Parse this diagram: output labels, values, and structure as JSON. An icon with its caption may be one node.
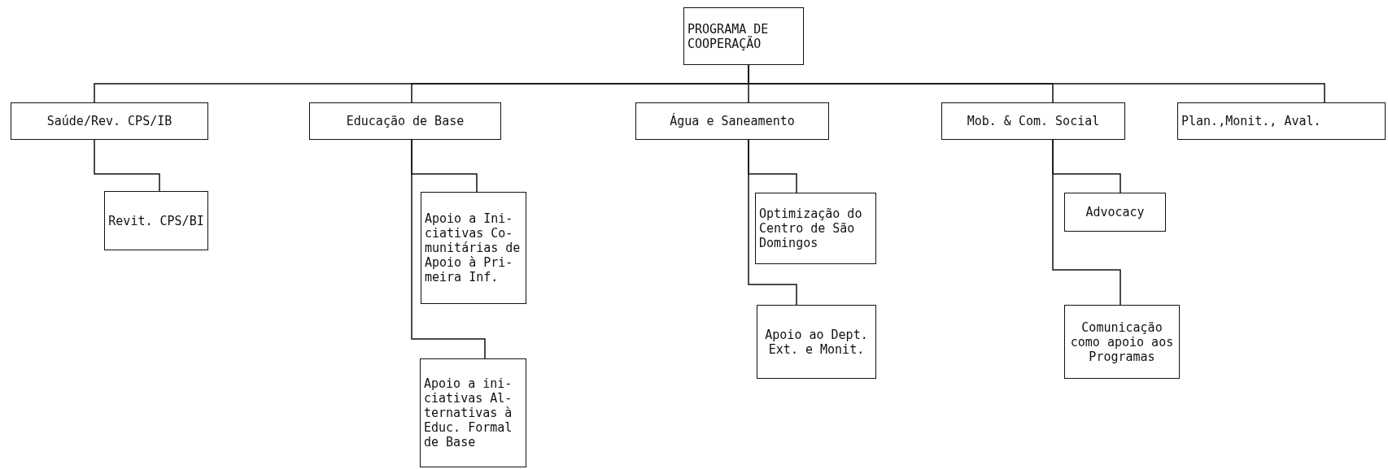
{
  "diagram": {
    "nodes": [
      {
        "text": [
          "PROGRAMA DE COOPERAÇÃO"
        ]
      },
      {
        "text": [
          "Saúde/Rev. CPS/IB"
        ]
      },
      {
        "text": [
          "Educação de Base"
        ]
      },
      {
        "text": [
          "Água e Saneamento"
        ]
      },
      {
        "text": [
          "Mob. & Com. Social"
        ]
      },
      {
        "text": [
          "Plan.,Monit., Aval."
        ]
      },
      {
        "text": [
          "Revit. CPS/BI"
        ]
      },
      {
        "text": [
          "Apoio a Ini- ciativas Co- munitárias de Apoio à Pri- meira Inf."
        ]
      },
      {
        "text": [
          "Apoio a ini- ciativas Al- ternativas à Educ. Formal de Base"
        ]
      },
      {
        "text": [
          "Optimização do Centro de São Domingos"
        ]
      },
      {
        "text": [
          "Apoio ao Dept. Ext. e Monit."
        ]
      },
      {
        "text": [
          "Advocacy"
        ]
      },
      {
        "text": [
          "Comunicação como apoio aos Programas"
        ]
      }
    ],
    "edges": [
      {
        "from": 0,
        "to": 1,
        "arrow": "none"
      },
      {
        "from": 0,
        "to": 2,
        "arrow": "none"
      },
      {
        "from": 0,
        "to": 3,
        "arrow": "none"
      },
      {
        "from": 0,
        "to": 4,
        "arrow": "none"
      },
      {
        "from": 0,
        "to": 5,
        "arrow": "none"
      },
      {
        "from": 1,
        "to": 6,
        "arrow": "none"
      },
      {
        "from": 2,
        "to": 7,
        "arrow": "none"
      },
      {
        "from": 2,
        "to": 8,
        "arrow": "none"
      },
      {
        "from": 3,
        "to": 9,
        "arrow": "none"
      },
      {
        "from": 3,
        "to": 10,
        "arrow": "none"
      },
      {
        "from": 4,
        "to": 11,
        "arrow": "none"
      },
      {
        "from": 4,
        "to": 12,
        "arrow": "none"
      }
    ]
  }
}
